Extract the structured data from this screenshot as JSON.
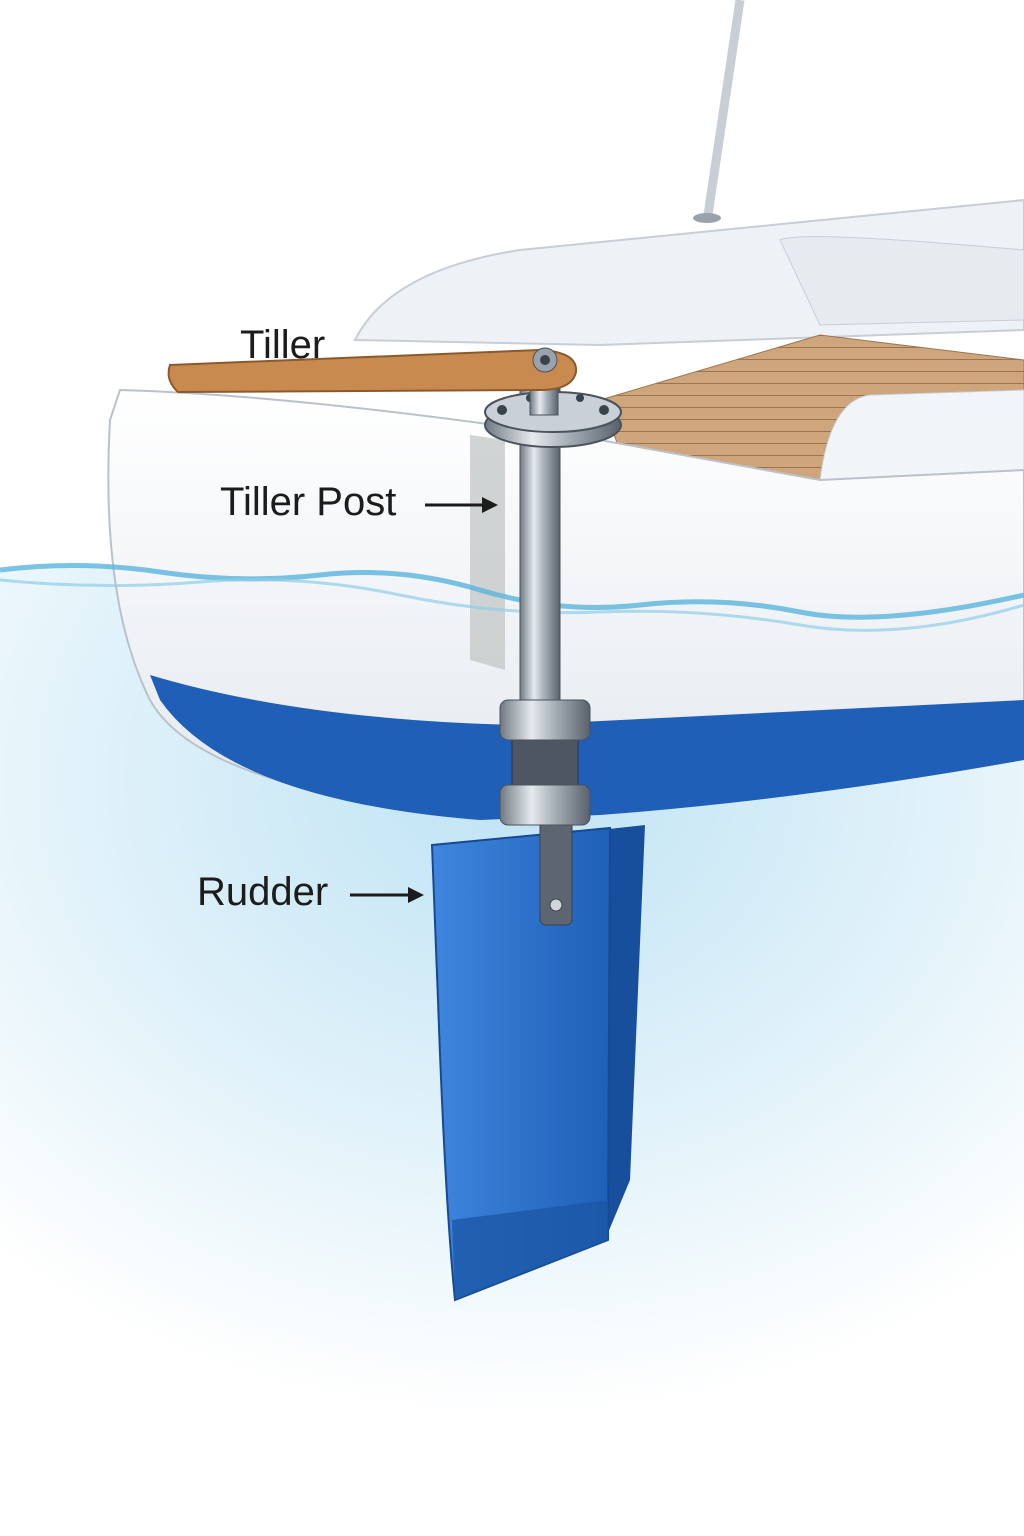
{
  "labels": {
    "tiller": "Tiller",
    "tiller_post": "Tiller Post",
    "rudder": "Rudder"
  },
  "colors": {
    "hull_white": "#f4f6f9",
    "hull_blue": "#1f5fb8",
    "rudder_blue": "#2a6fcf",
    "tiller_wood": "#c98a50",
    "teak": "#c9a27a",
    "water": "#cfeaf6",
    "steel": "#9aa3ad"
  }
}
